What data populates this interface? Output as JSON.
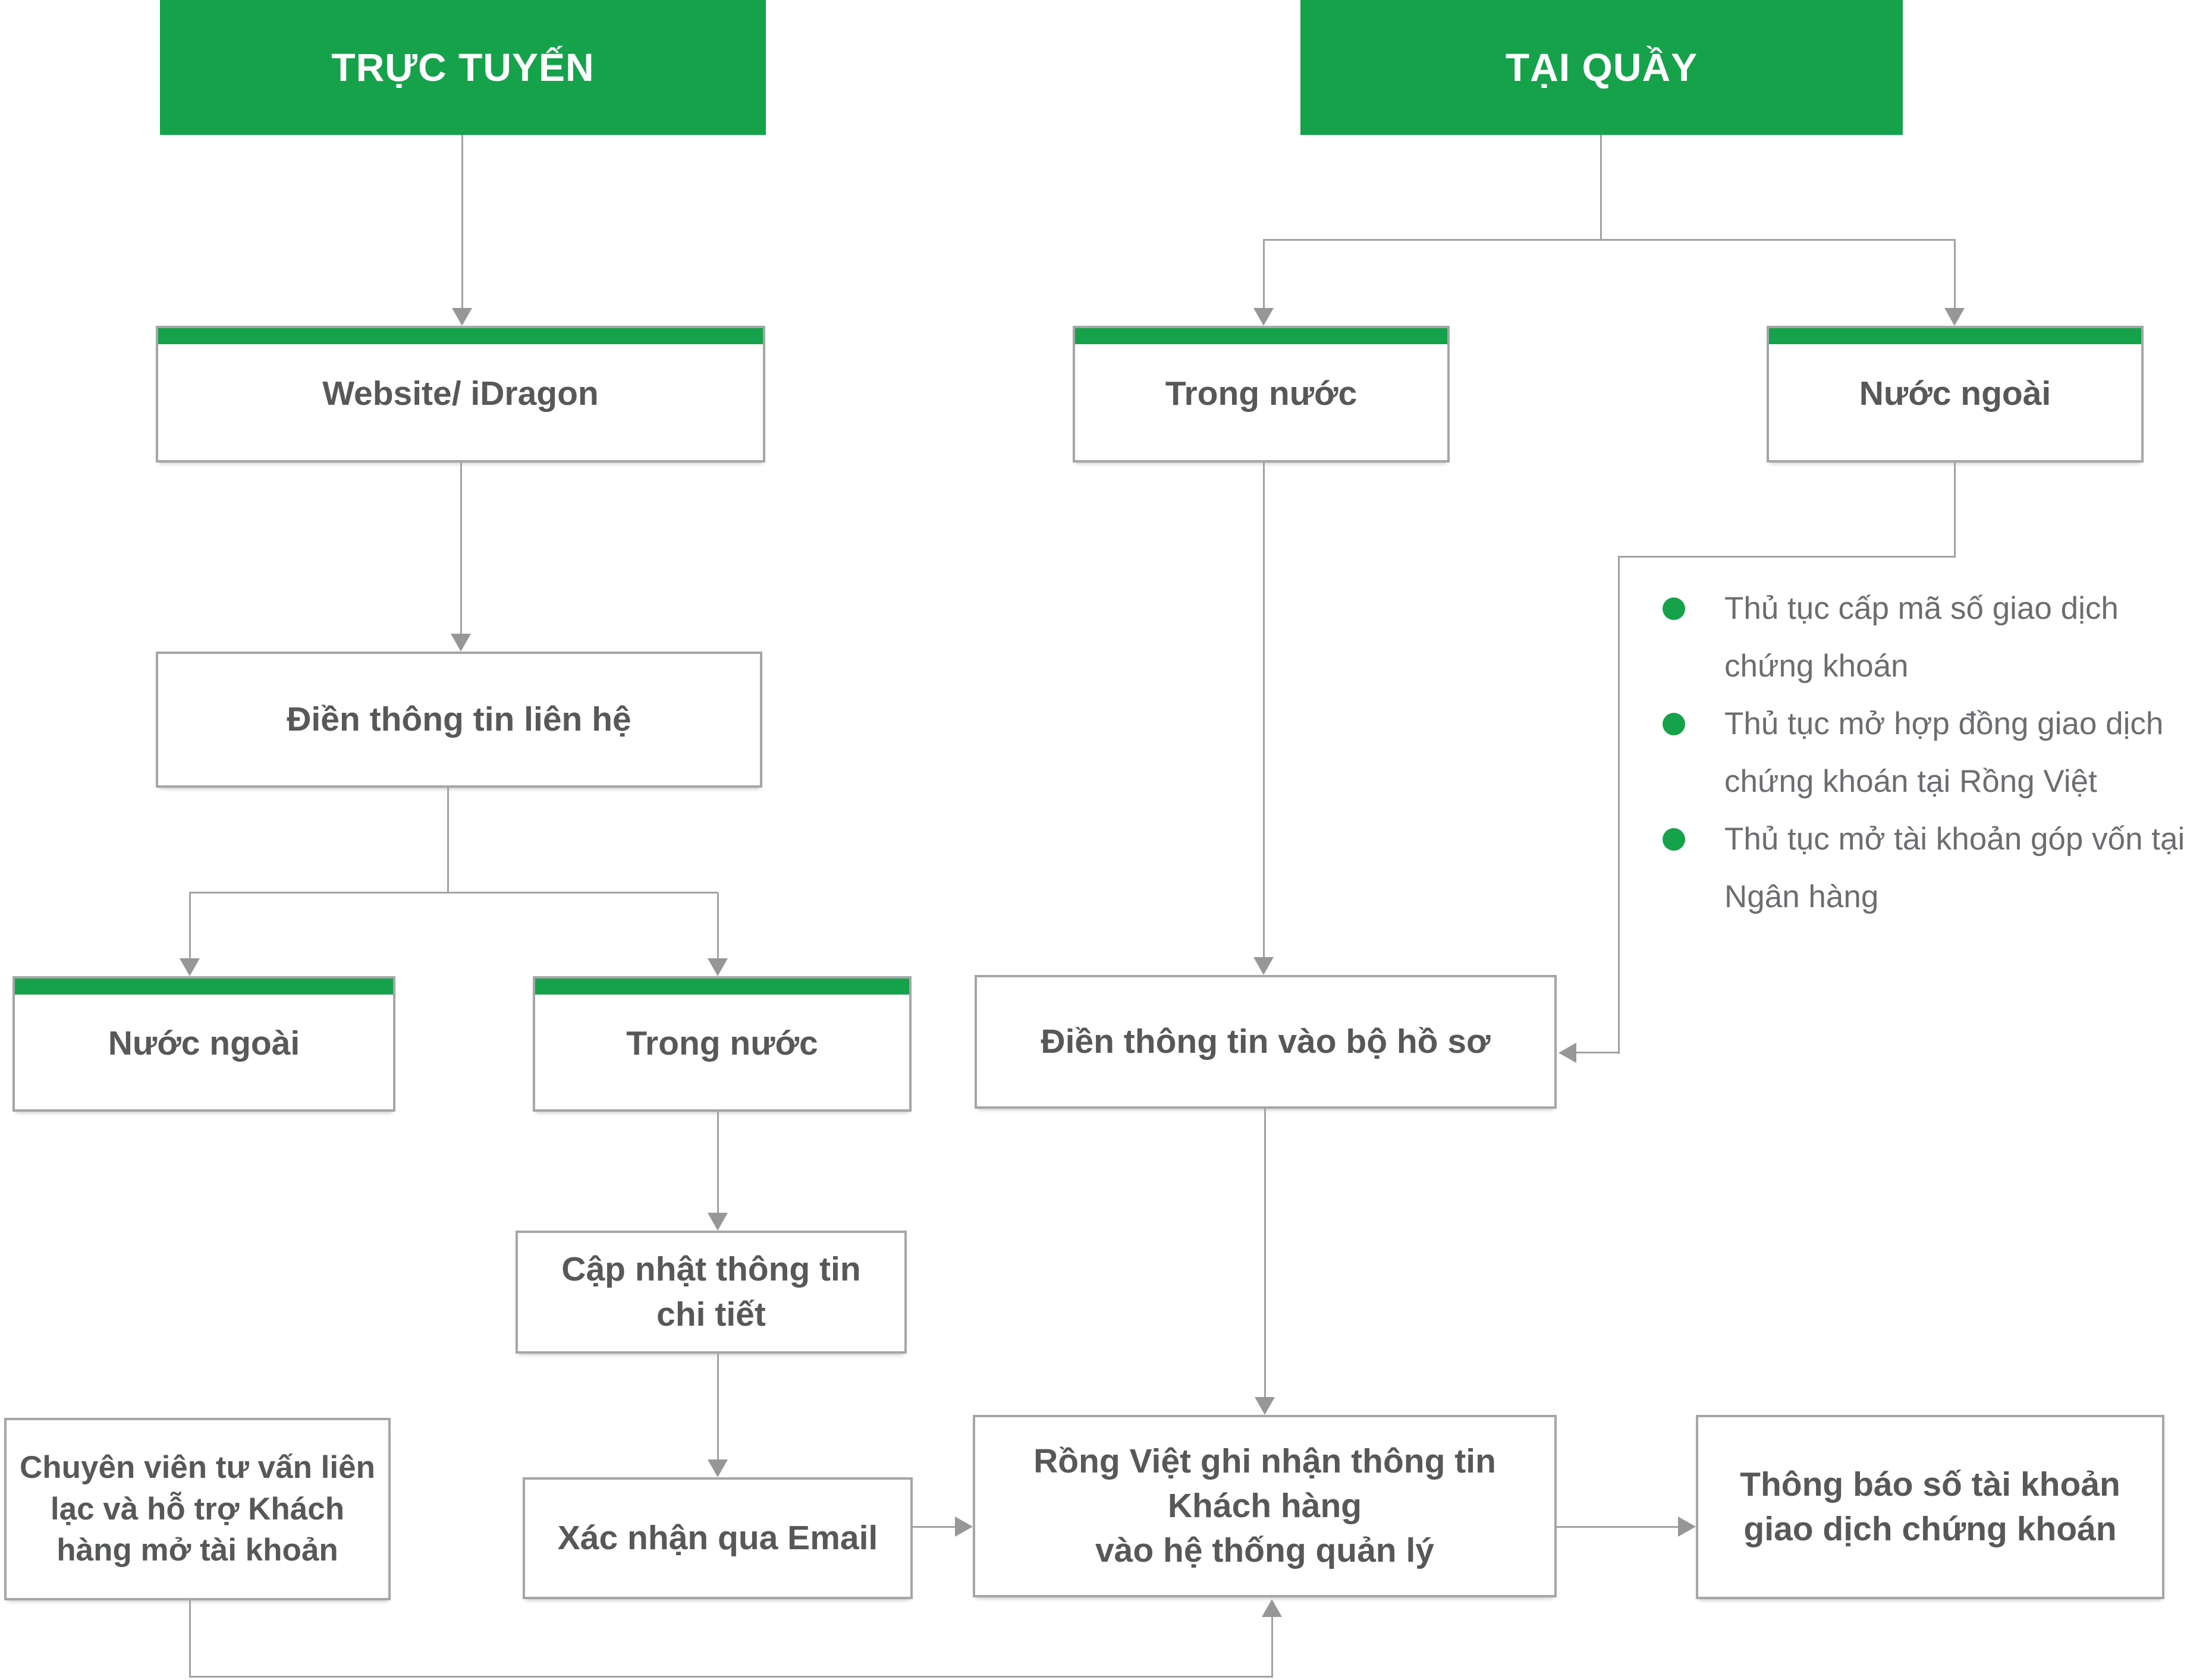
{
  "colors": {
    "brand_green": "#15a24b",
    "box_border_gray": "#a6a6a6",
    "connector_gray": "#a2a2a2",
    "label_text_gray": "#57585a",
    "bullet_text_gray": "#6b6d70"
  },
  "nodes": {
    "header_online": "TRỰC TUYẾN",
    "header_counter": "TẠI QUẦY",
    "website": "Website/ iDragon",
    "fill_contact": "Điền thông tin liên hệ",
    "foreign_online": "Nước ngoài",
    "domestic_online": "Trong nước",
    "update_details": "Cập nhật thông tin\nchi tiết",
    "advisor": "Chuyên viên tư vấn liên\nlạc và hỗ trợ Khách\nhàng mở tài khoản",
    "email_confirm": "Xác nhận qua Email",
    "domestic_counter": "Trong nước",
    "foreign_counter": "Nước ngoài",
    "fill_dossier": "Điền thông tin vào bộ hồ sơ",
    "record_info": "Rồng Việt ghi nhận thông tin\nKhách hàng\nvào hệ thống quản lý",
    "notify_account": "Thông báo số tài khoản\ngiao dịch chứng khoán"
  },
  "foreign_counter_requirements": [
    "Thủ tục cấp mã số giao dịch chứng khoán",
    "Thủ tục mở hợp đồng giao dịch chứng khoán tại Rồng Việt",
    "Thủ tục mở tài khoản góp vốn tại Ngân hàng"
  ]
}
